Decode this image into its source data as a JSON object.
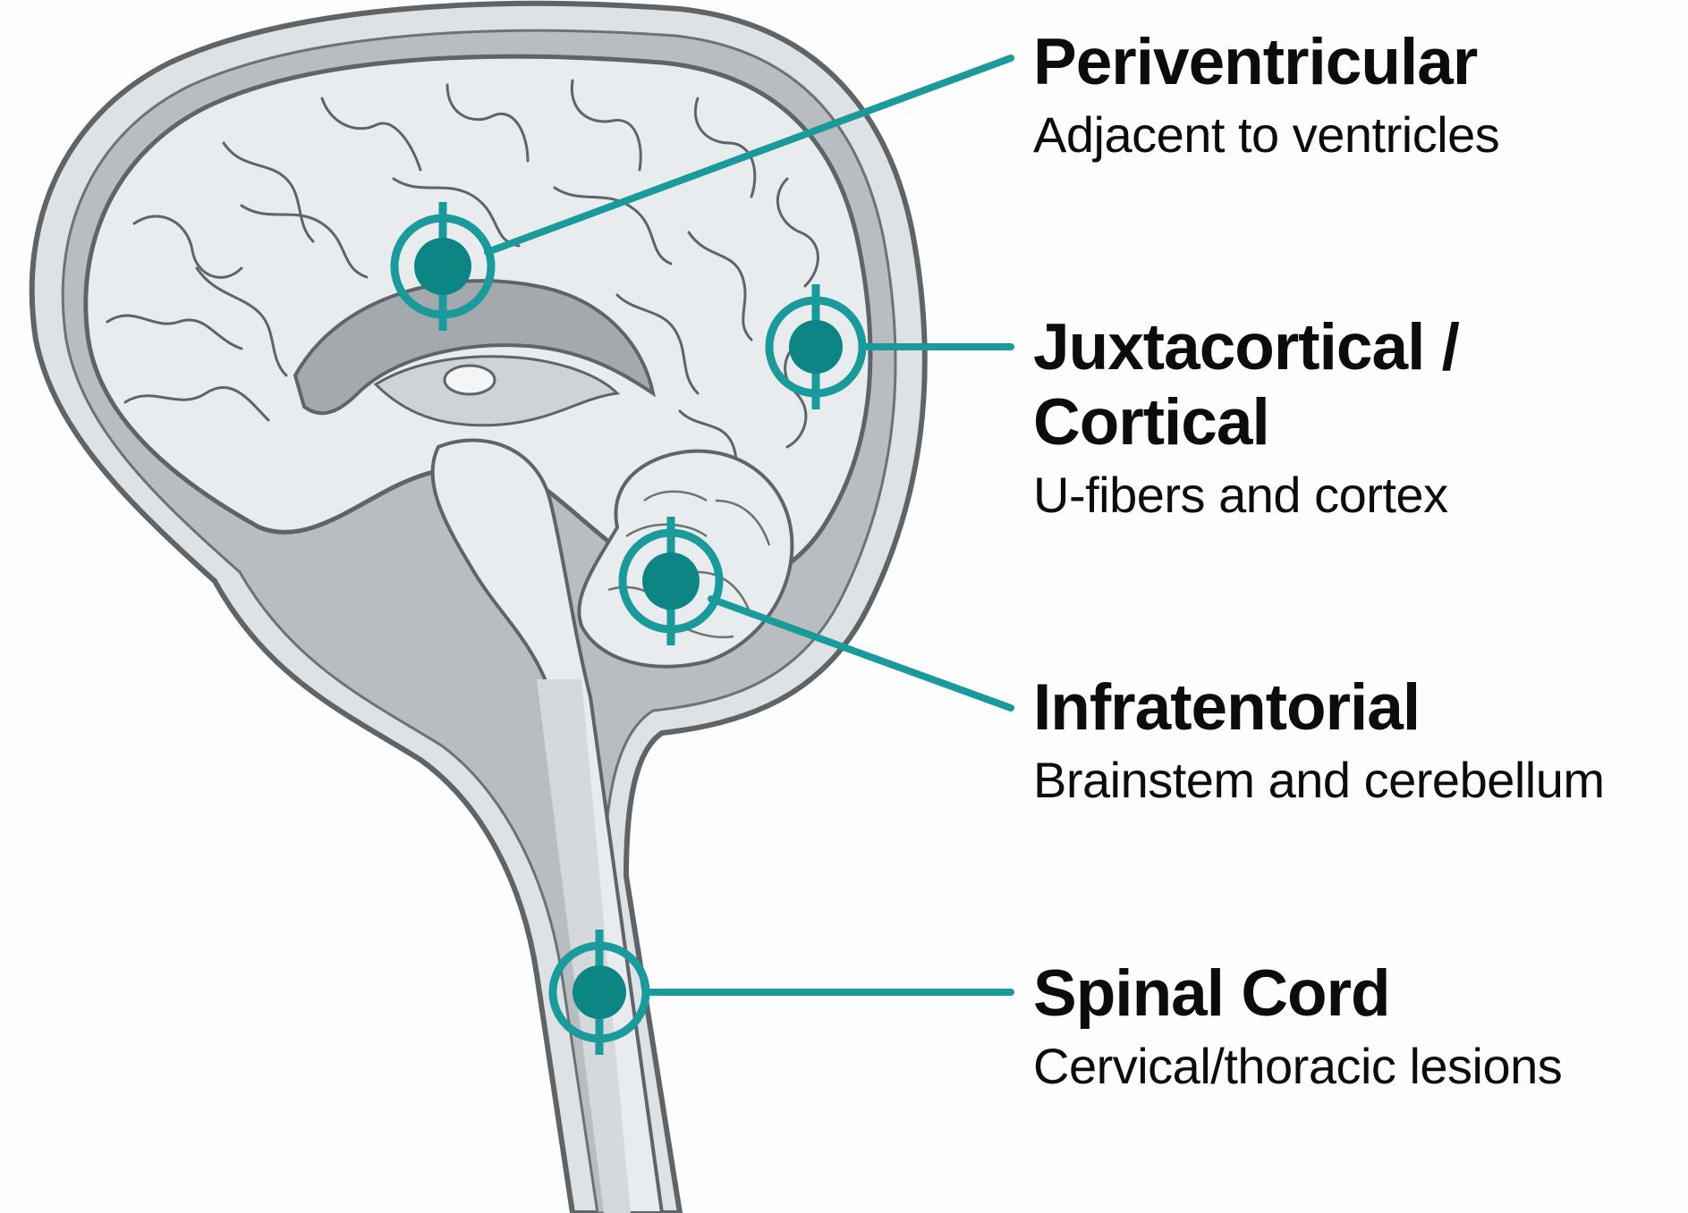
{
  "colors": {
    "accent": "#1a9a9a",
    "accent_dark": "#0e8585",
    "outline": "#5e6468",
    "brain_fill": "#e9ecee",
    "csf_fill": "#a4a9ad",
    "skull_fill": "#dfe2e4",
    "text": "#0c0c0c"
  },
  "regions": [
    {
      "id": "periventricular",
      "title": "Periventricular",
      "subtitle": "Adjacent to ventricles"
    },
    {
      "id": "juxtacortical",
      "title": "Juxtacortical /\nCortical",
      "subtitle": "U-fibers and cortex"
    },
    {
      "id": "infratentorial",
      "title": "Infratentorial",
      "subtitle": "Brainstem and cerebellum"
    },
    {
      "id": "spinal-cord",
      "title": "Spinal Cord",
      "subtitle": "Cervical/thoracic lesions"
    }
  ],
  "icons": {
    "lesion_marker": "target-crosshair-icon"
  }
}
